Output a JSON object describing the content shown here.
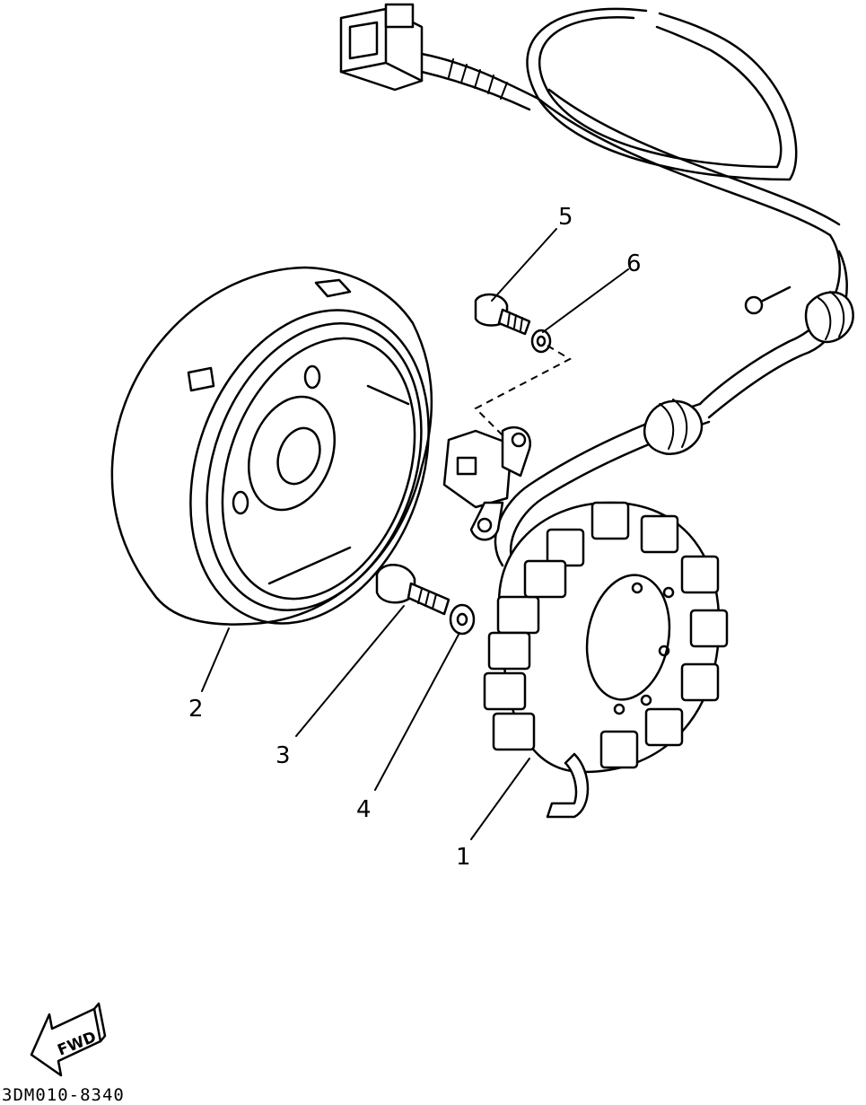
{
  "callouts": [
    {
      "id": "1",
      "text": "1"
    },
    {
      "id": "2",
      "text": "2"
    },
    {
      "id": "3",
      "text": "3"
    },
    {
      "id": "4",
      "text": "4"
    },
    {
      "id": "5",
      "text": "5"
    },
    {
      "id": "6",
      "text": "6"
    }
  ],
  "fwd_label": "FWD",
  "drawing_code": "3DM010-8340"
}
